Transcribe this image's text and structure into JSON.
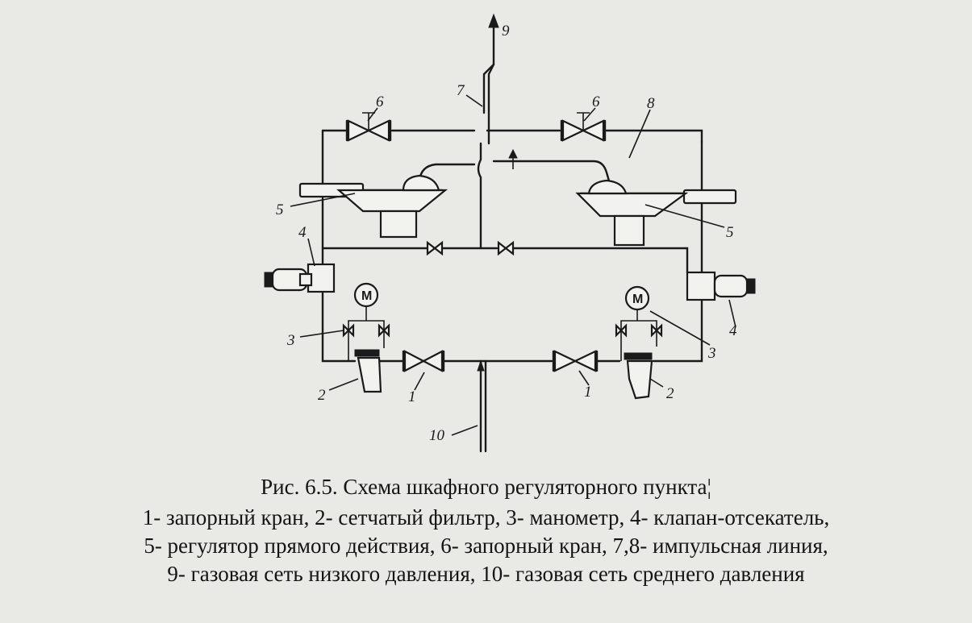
{
  "labels": {
    "n1a": "1",
    "n1b": "1",
    "n2a": "2",
    "n2b": "2",
    "n3a": "3",
    "n3b": "3",
    "n4a": "4",
    "n4b": "4",
    "n5a": "5",
    "n5b": "5",
    "n6a": "6",
    "n6b": "6",
    "n7": "7",
    "n8": "8",
    "n9": "9",
    "n10": "10",
    "gauge_a": "M",
    "gauge_b": "M"
  },
  "caption": {
    "title": "Рис. 6.5. Схема шкафного регуляторного пункта",
    "mark": "¦",
    "line1": "1-   запорный кран, 2- сетчатый фильтр, 3- манометр, 4- клапан-отсекатель,",
    "line2": "5- регулятор прямого действия, 6- запорный кран, 7,8- импульсная линия,",
    "line3": "9- газовая сеть низкого давления, 10- газовая сеть среднего давления"
  }
}
